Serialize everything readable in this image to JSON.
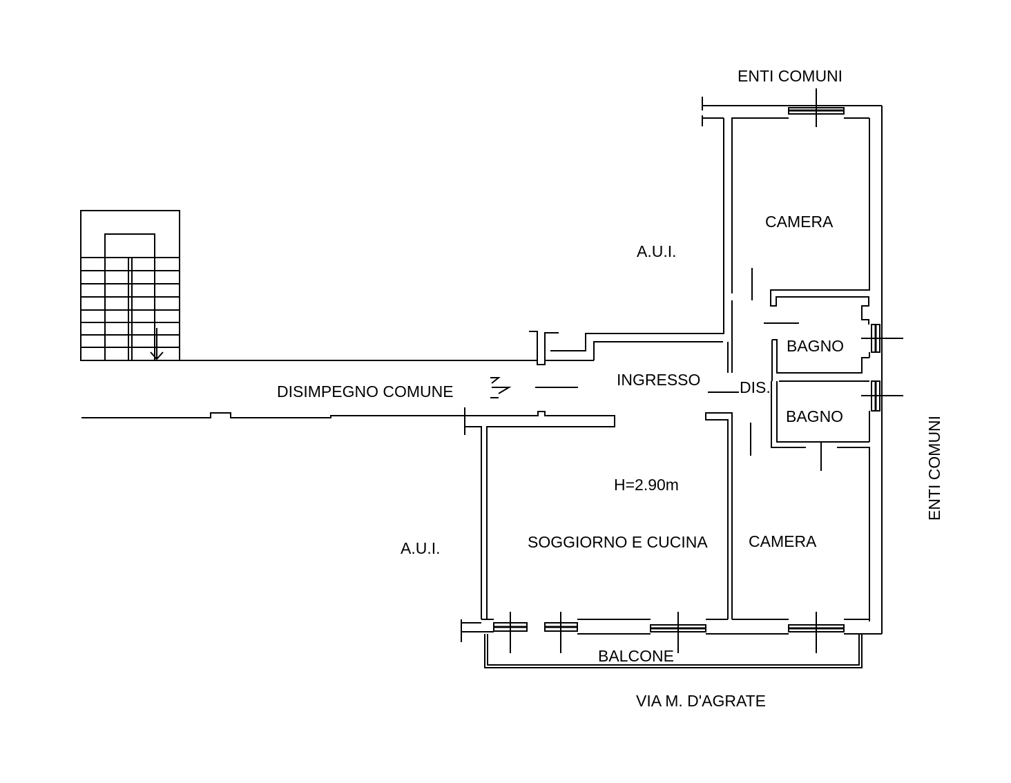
{
  "labels": {
    "enti_comuni_top": "ENTI COMUNI",
    "enti_comuni_right": "ENTI COMUNI",
    "camera_top": "CAMERA",
    "aui_top": "A.U.I.",
    "bagno_1": "BAGNO",
    "bagno_2": "BAGNO",
    "ingresso": "INGRESSO",
    "dis": "DIS.",
    "disimpegno_comune": "DISIMPEGNO COMUNE",
    "height_note": "H=2.90m",
    "aui_left": "A.U.I.",
    "soggiorno_cucina": "SOGGIORNO E CUCINA",
    "camera_bottom": "CAMERA",
    "balcone": "BALCONE",
    "street": "VIA M. D'AGRATE"
  },
  "colors": {
    "line": "#000000",
    "background": "#ffffff"
  }
}
